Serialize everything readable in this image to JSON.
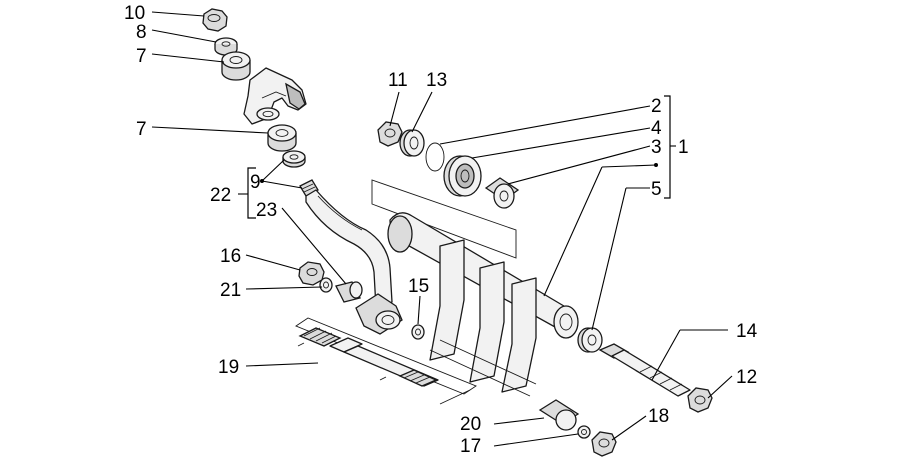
{
  "callouts": [
    {
      "id": "10",
      "text": "10"
    },
    {
      "id": "8",
      "text": "8"
    },
    {
      "id": "7a",
      "text": "7"
    },
    {
      "id": "7b",
      "text": "7"
    },
    {
      "id": "9",
      "text": "9"
    },
    {
      "id": "22",
      "text": "22"
    },
    {
      "id": "23",
      "text": "23"
    },
    {
      "id": "16",
      "text": "16"
    },
    {
      "id": "21",
      "text": "21"
    },
    {
      "id": "19",
      "text": "19"
    },
    {
      "id": "11",
      "text": "11"
    },
    {
      "id": "13",
      "text": "13"
    },
    {
      "id": "2",
      "text": "2"
    },
    {
      "id": "4",
      "text": "4"
    },
    {
      "id": "3",
      "text": "3"
    },
    {
      "id": "1",
      "text": "1"
    },
    {
      "id": "5",
      "text": "5"
    },
    {
      "id": "15",
      "text": "15"
    },
    {
      "id": "14",
      "text": "14"
    },
    {
      "id": "12",
      "text": "12"
    },
    {
      "id": "18",
      "text": "18"
    },
    {
      "id": "20",
      "text": "20"
    },
    {
      "id": "17",
      "text": "17"
    }
  ]
}
